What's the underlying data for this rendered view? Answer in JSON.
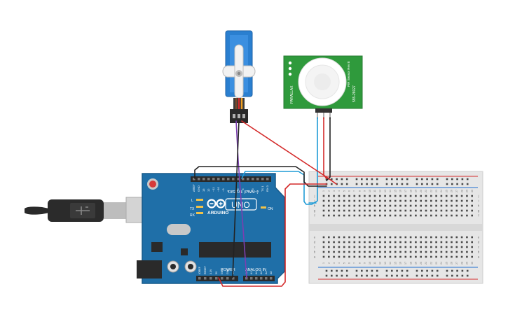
{
  "arduino": {
    "brand": "ARDUINO",
    "model": "UNO",
    "digital_label": "DIGITAL (PWM~)",
    "power_label": "POWER",
    "analog_label": "ANALOG IN",
    "on_label": "ON",
    "tx_label": "TX",
    "rx_label": "RX",
    "l_label": "L",
    "digital_pin_labels": [
      "AREF",
      "GND",
      "13",
      "12",
      "~11",
      "~10",
      "~9",
      "8",
      "7",
      "~6",
      "~5",
      "4",
      "~3",
      "2",
      "TX 1",
      "RX 0"
    ],
    "power_pin_labels": [
      "IOREF",
      "RESET",
      "3.3V",
      "5V",
      "GND",
      "GND",
      "Vin"
    ],
    "analog_pin_labels": [
      "A0",
      "A1",
      "A2",
      "A3",
      "A4",
      "A5"
    ]
  },
  "pir_sensor": {
    "brand": "PARALLAX",
    "part": "555-28027",
    "side_text": "PIR Sensor Rev B"
  },
  "breadboard": {
    "column_numbers": [
      "1",
      "2",
      "3",
      "4",
      "5",
      "6",
      "7",
      "8",
      "9",
      "10",
      "11",
      "12",
      "13",
      "14",
      "15",
      "16",
      "17",
      "18",
      "19",
      "20",
      "21",
      "22",
      "23",
      "24",
      "25",
      "26",
      "27",
      "28",
      "29",
      "30"
    ],
    "row_letters_top": [
      "j",
      "i",
      "h",
      "g",
      "f"
    ],
    "row_letters_bottom": [
      "e",
      "d",
      "c",
      "b",
      "a"
    ]
  },
  "colors": {
    "board": "#1f6fa8",
    "wire_red": "#d42a2a",
    "wire_black": "#222222",
    "wire_blue": "#1f9bd6",
    "wire_purple": "#7b3fb0",
    "pir_board": "#2f9a3c",
    "servo": "#2a7fd0"
  }
}
